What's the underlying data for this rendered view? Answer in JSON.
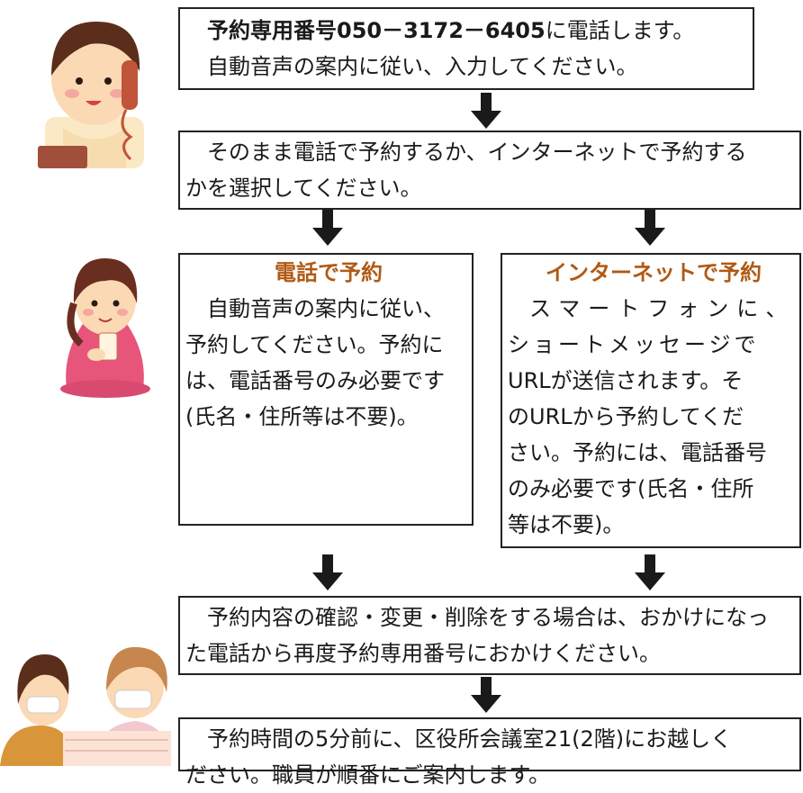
{
  "step1": {
    "line1_bold": "予約専用番号050－3172－6405",
    "line1_rest": "に電話します。",
    "line2": "自動音声の案内に従い、入力してください。"
  },
  "step2": {
    "line1": "そのまま電話で予約するか、インターネットで予約する",
    "line2": "かを選択してください。"
  },
  "phone_option": {
    "heading": "電話で予約",
    "lines": [
      "自動音声の案内に従い、",
      "予約してください。予約に",
      "は、電話番号のみ必要です",
      "(氏名・住所等は不要)。"
    ]
  },
  "internet_option": {
    "heading": "インターネットで予約",
    "lines": [
      "スマートフォンに、",
      "ショートメッセージで",
      "URLが送信されます。そ",
      "のURLから予約してくだ",
      "さい。予約には、電話番号",
      "のみ必要です(氏名・住所",
      "等は不要)。"
    ]
  },
  "step4": {
    "line1": "予約内容の確認・変更・削除をする場合は、おかけになっ",
    "line2": "た電話から再度予約専用番号におかけください。"
  },
  "step5": {
    "line1": "予約時間の5分前に、区役所会議室21(2階)にお越しく",
    "line2": "ださい。職員が順番にご案内します。"
  },
  "colors": {
    "heading": "#b05a14",
    "border": "#222222",
    "arrow": "#1a1a1a"
  }
}
